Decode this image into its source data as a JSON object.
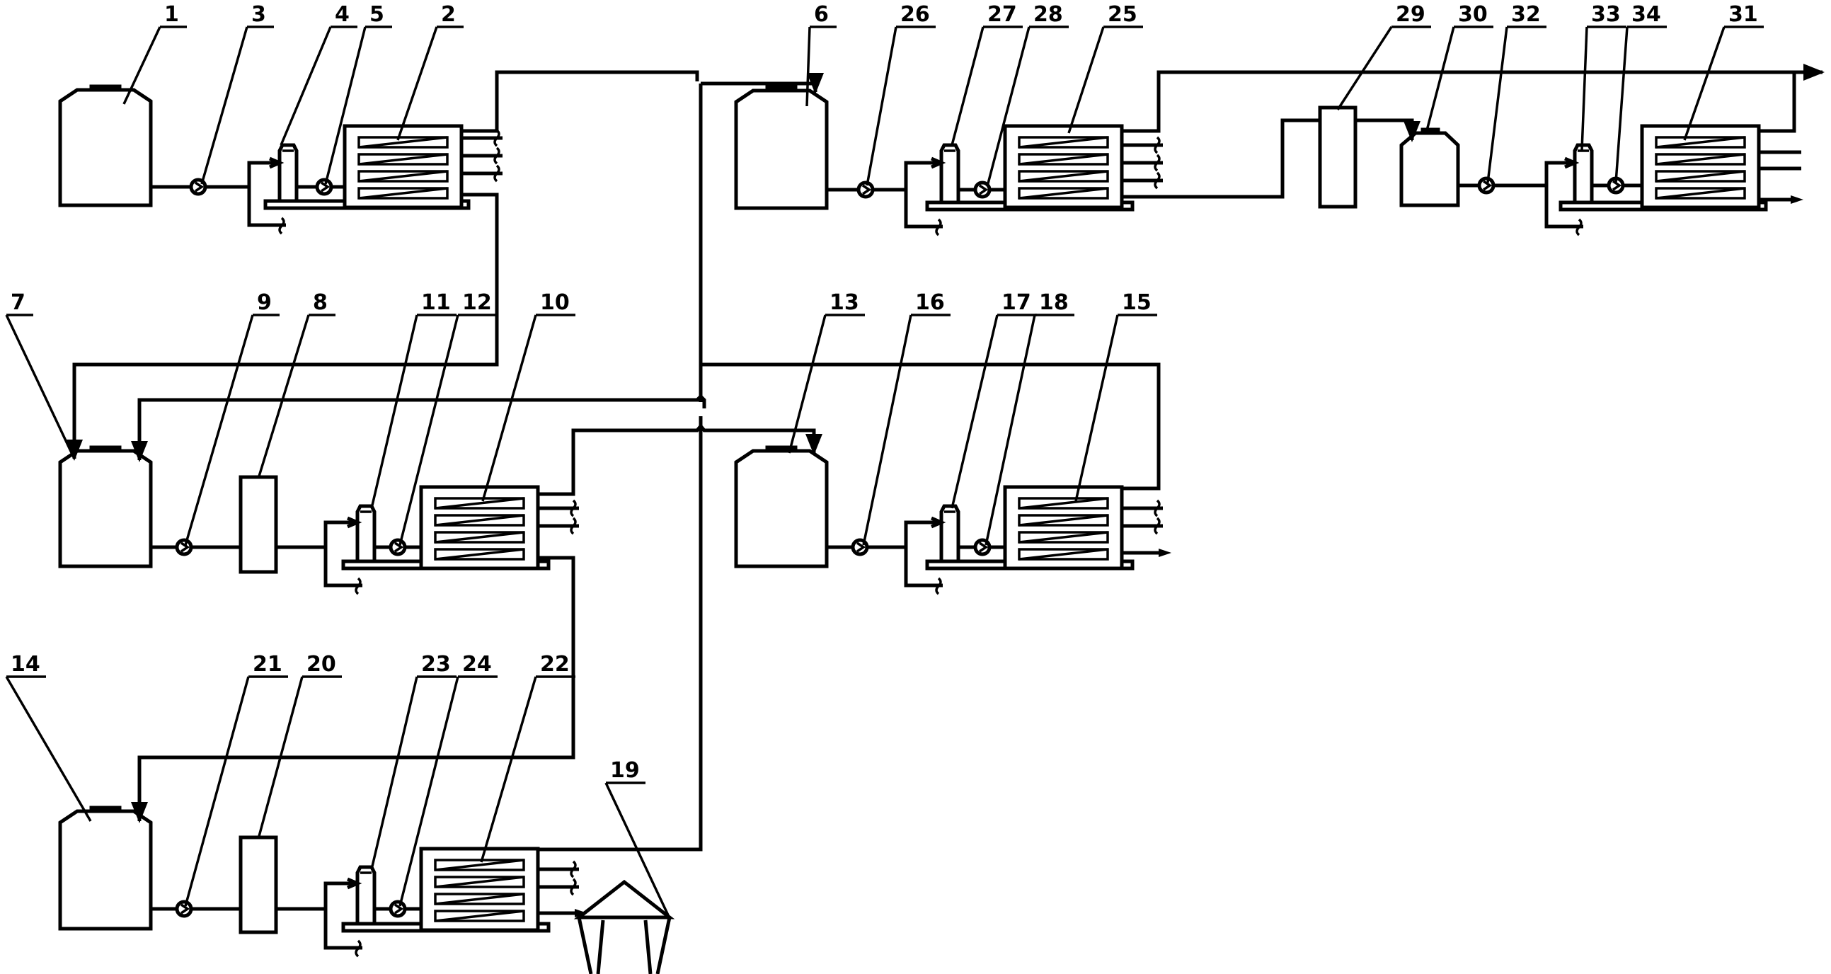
{
  "labels": {
    "n1": "1",
    "n2": "2",
    "n3": "3",
    "n4": "4",
    "n5": "5",
    "n6": "6",
    "n7": "7",
    "n8": "8",
    "n9": "9",
    "n10": "10",
    "n11": "11",
    "n12": "12",
    "n13": "13",
    "n14": "14",
    "n15": "15",
    "n16": "16",
    "n17": "17",
    "n18": "18",
    "n19": "19",
    "n20": "20",
    "n21": "21",
    "n22": "22",
    "n23": "23",
    "n24": "24",
    "n25": "25",
    "n26": "26",
    "n27": "27",
    "n28": "28",
    "n29": "29",
    "n30": "30",
    "n31": "31",
    "n32": "32",
    "n33": "33",
    "n34": "34"
  }
}
